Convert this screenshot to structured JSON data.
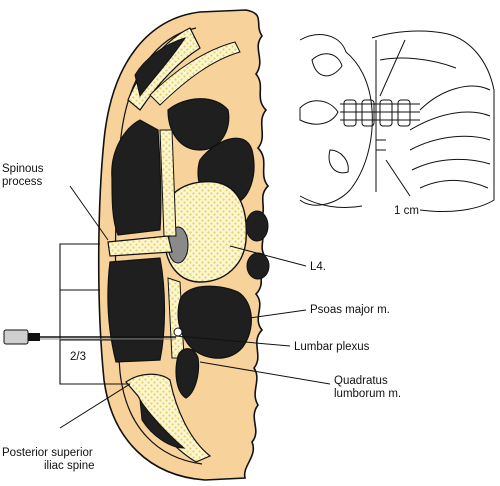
{
  "labels": {
    "spinous_process": "Spinous\nprocess",
    "l4": "L4.",
    "psoas_major": "Psoas major m.",
    "lumbar_plexus": "Lumbar plexus",
    "quadratus_lumborum": "Quadratus\nlumborum m.",
    "psis": "Posterior superior\niliac spine",
    "fraction": "2/3",
    "inset_distance": "1 cm"
  },
  "colors": {
    "skin": "#f7d29a",
    "bone": "#fdf6cf",
    "bone_dots": "#e3d36a",
    "muscle": "#1f1f1f",
    "line": "#111111",
    "cord": "#8a8a8a"
  }
}
